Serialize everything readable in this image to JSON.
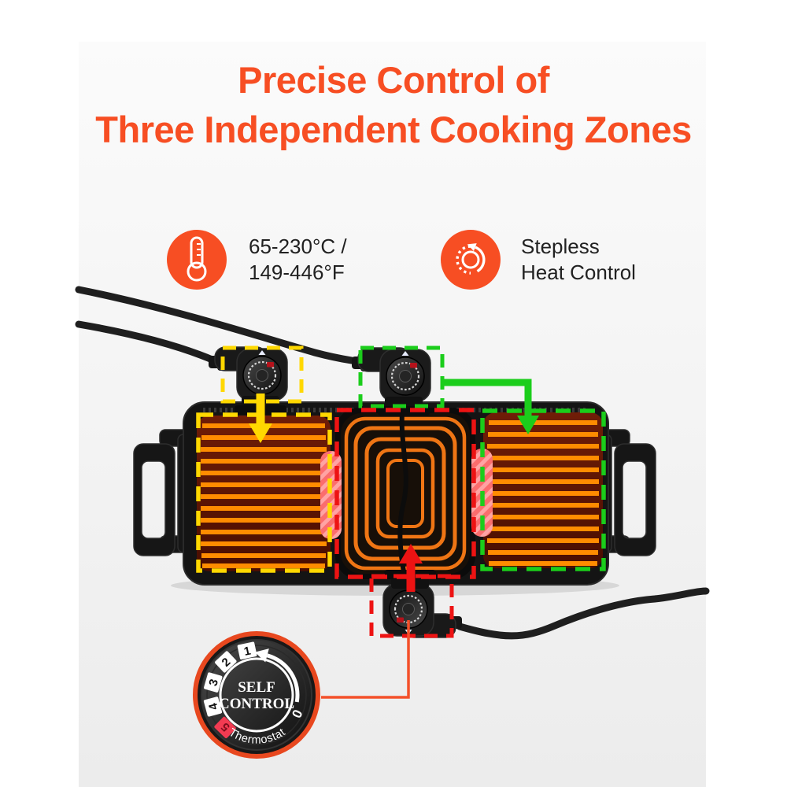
{
  "title": {
    "line1": "Precise Control of",
    "line2": "Three Independent Cooking Zones"
  },
  "features": [
    {
      "icon": "thermometer-icon",
      "line1": "65-230°C /",
      "line2": "149-446°F"
    },
    {
      "icon": "heat-dial-icon",
      "line1": "Stepless",
      "line2": "Heat Control"
    }
  ],
  "thermostat_dial": {
    "center_label_line1": "SELF",
    "center_label_line2": "CONTROL",
    "scale_numbers": [
      "1",
      "2",
      "3",
      "4",
      "5"
    ],
    "curved_label": "Thermostat",
    "zero_label": "0"
  },
  "zones": {
    "left": {
      "name": "left-grill-zone",
      "annotation_color": "#FFD800"
    },
    "center": {
      "name": "center-griddle-zone",
      "annotation_color": "#ED1313"
    },
    "right": {
      "name": "right-grill-zone",
      "annotation_color": "#1BCD1B"
    }
  },
  "colors": {
    "accent_orange": "#F74E23",
    "heat_stripe": "#FF8C00",
    "connector_line": "#F4502A"
  }
}
